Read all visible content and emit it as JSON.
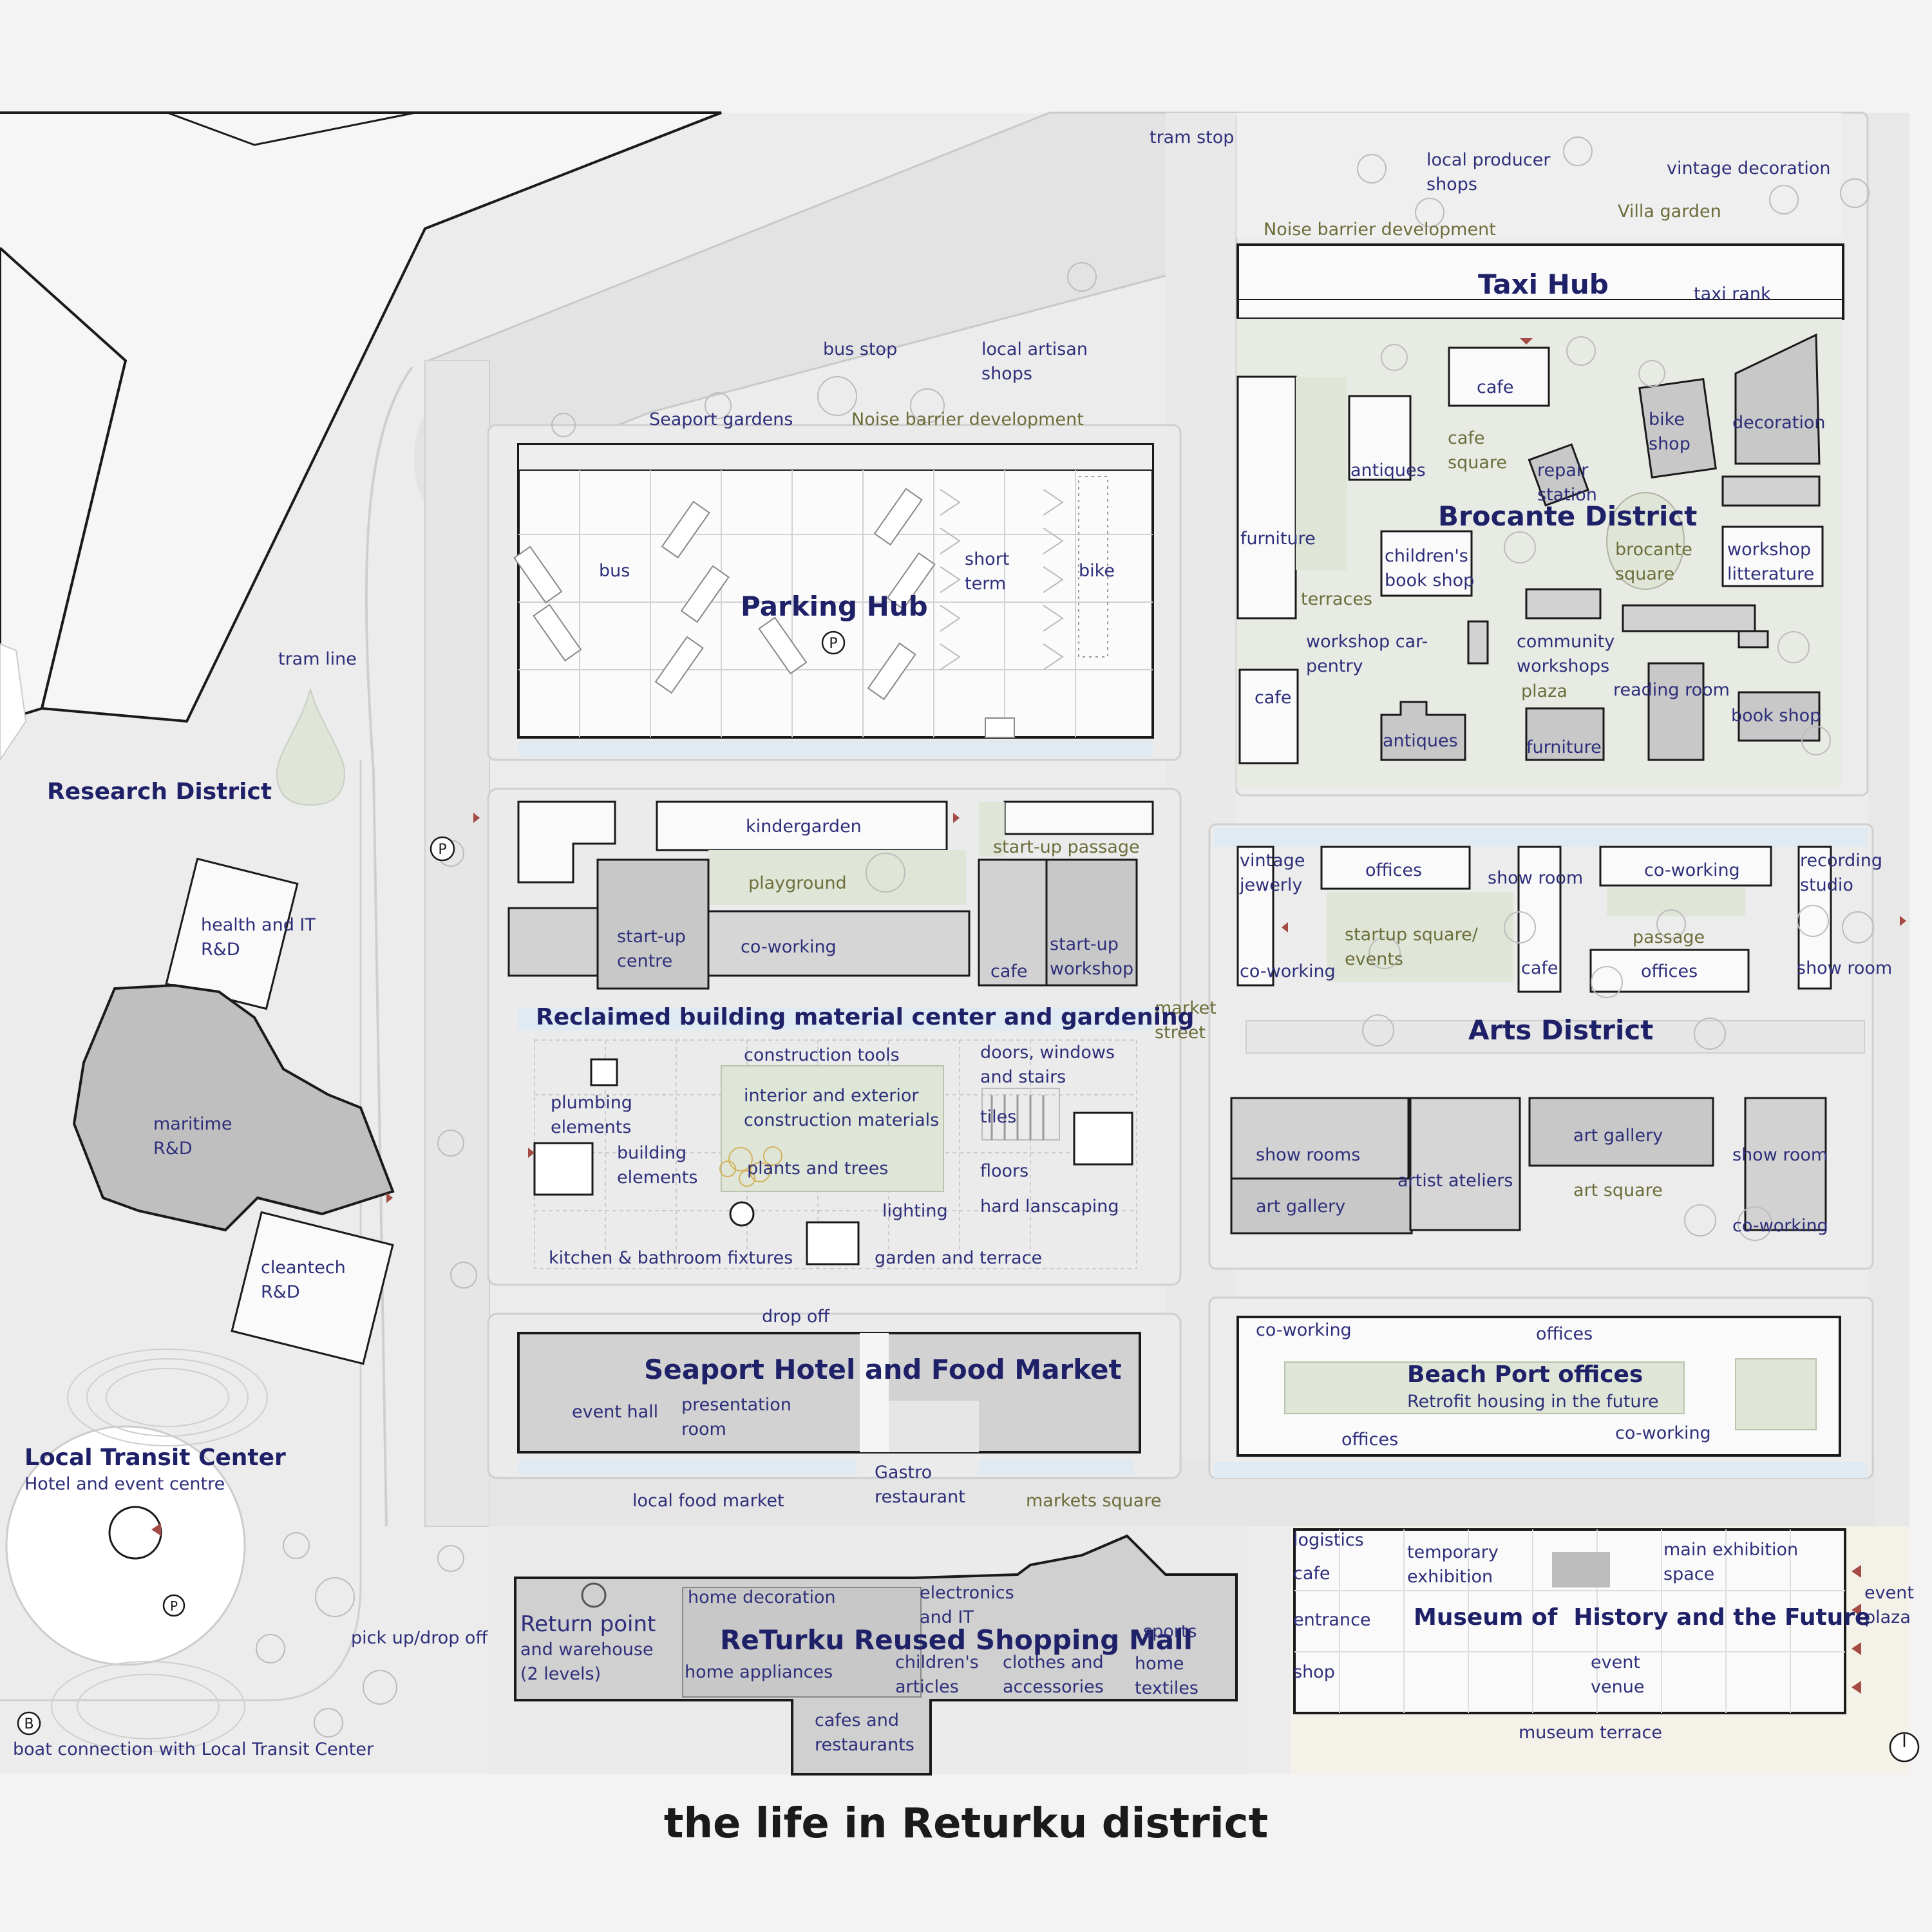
{
  "title": "the life in Returku district",
  "districts": {
    "research": "Research District",
    "brocante": "Brocante District",
    "arts": "Arts District",
    "local_transit": "Local Transit Center",
    "local_transit_sub": "Hotel and event centre"
  },
  "buildings": {
    "taxi_hub": "Taxi Hub",
    "parking_hub": "Parking Hub",
    "reclaimed": "Reclaimed building material center and gardening",
    "seaport_hotel": "Seaport Hotel and Food Market",
    "beach_port": "Beach Port offices",
    "beach_port_sub": "Retrofit housing in the future",
    "returku_mall": "ReTurku Reused Shopping Mall",
    "museum": "Museum of  History and the Future"
  },
  "labels": {
    "tram_stop": "tram stop",
    "local_producer_shops": "local producer\nshops",
    "vintage_decoration": "vintage decoration",
    "villa_garden": "Villa garden",
    "noise_barrier_1": "Noise barrier development",
    "noise_barrier_2": "Noise barrier development",
    "taxi_rank": "taxi rank",
    "bus_stop": "bus stop",
    "local_artisan_shops": "local artisan\nshops",
    "seaport_gardens": "Seaport gardens",
    "cafe_1": "cafe",
    "cafe_square": "cafe\nsquare",
    "bike_shop": "bike\nshop",
    "decoration": "decoration",
    "antiques_1": "antiques",
    "repair_station": "repair\nstation",
    "furniture_1": "furniture",
    "childrens_book_shop": "children's\nbook shop",
    "brocante_square": "brocante\nsquare",
    "workshop_litterature": "workshop\nlitterature",
    "terraces": "terraces",
    "workshop_carpentry": "workshop car-\npentry",
    "community_workshops": "community\nworkshops",
    "plaza": "plaza",
    "reading_room": "reading room",
    "cafe_2": "cafe",
    "antiques_2": "antiques",
    "furniture_2": "furniture",
    "book_shop": "book shop",
    "bus": "bus",
    "short_term": "short\nterm",
    "bike": "bike",
    "tram_line": "tram line",
    "kindergarden": "kindergarden",
    "startup_passage": "start-up passage",
    "playground": "playground",
    "startup_centre": "start-up\ncentre",
    "co_working_1": "co-working",
    "cafe_3": "cafe",
    "startup_workshop": "start-up\nworkshop",
    "vintage_jewelry": "vintage\njewerly",
    "offices_1": "offices",
    "show_room_1": "show room",
    "co_working_2": "co-working",
    "recording_studio": "recording\nstudio",
    "startup_square": "startup square/\nevents",
    "passage": "passage",
    "co_working_3": "co-working",
    "cafe_4": "cafe",
    "offices_2": "offices",
    "show_room_2": "show room",
    "market_street": "market\nstreet",
    "health_it": "health and IT\nR&D",
    "maritime": "maritime\nR&D",
    "cleantech": "cleantech\nR&D",
    "construction_tools": "construction tools",
    "doors_windows": "doors, windows\nand stairs",
    "plumbing": "plumbing\nelements",
    "interior_exterior": "interior and exterior\nconstruction materials",
    "tiles": "tiles",
    "building_elements": "building\nelements",
    "plants_trees": "plants and trees",
    "floors": "floors",
    "lighting": "lighting",
    "hard_landscaping": "hard lanscaping",
    "kitchen_bath": "kitchen & bathroom fixtures",
    "garden_terrace": "garden and terrace",
    "show_rooms": "show rooms",
    "art_gallery_1": "art gallery",
    "artist_ateliers": "artist ateliers",
    "art_gallery_2": "art gallery",
    "art_square": "art square",
    "show_room_3": "show room",
    "co_working_4": "co-working",
    "drop_off": "drop off",
    "event_hall": "event hall",
    "presentation_room": "presentation\nroom",
    "co_working_5": "co-working",
    "offices_3": "offices",
    "offices_4": "offices",
    "co_working_6": "co-working",
    "gastro": "Gastro\nrestaurant",
    "local_food_market": "local food market",
    "markets_square": "markets square",
    "logistics": "logistics",
    "cafe_5": "cafe",
    "temporary_exhibition": "temporary\nexhibition",
    "main_exhibition": "main exhibition\nspace",
    "event_plaza": "event\nplaza",
    "entrance": "entrance",
    "shop": "shop",
    "event_venue": "event\nvenue",
    "museum_terrace": "museum terrace",
    "home_decoration": "home decoration",
    "electronics": "electronics\nand IT",
    "return_point": "Return point",
    "return_point_sub": "and warehouse\n(2 levels)",
    "sports": "sports",
    "home_appliances": "home appliances",
    "childrens_articles": "children's\narticles",
    "clothes": "clothes and\naccessories",
    "home_textiles": "home\ntextiles",
    "cafes_restaurants": "cafes and\nrestaurants",
    "pick_up": "pick up/drop off",
    "boat_connection": "boat connection with Local Transit Center"
  },
  "symbols": {
    "parking_letter": "P",
    "boat_letter": "B"
  },
  "colors": {
    "label": "#2e2f7a",
    "district": "#1f2168",
    "olive": "#6c6d3a",
    "building_fill": "#d2d2d2",
    "green": "#dfe6d8",
    "water": "#dfeaf3",
    "accent": "#a34b44"
  },
  "icons": [
    "parking-icon",
    "boat-icon",
    "compass-icon",
    "tree-icon"
  ]
}
